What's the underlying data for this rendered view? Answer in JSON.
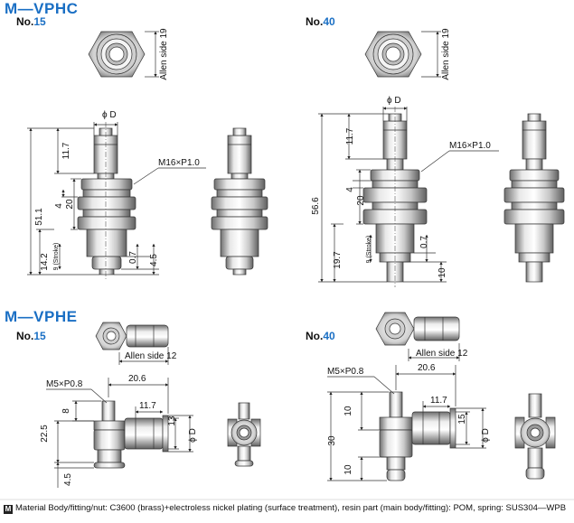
{
  "sections": {
    "vphc": {
      "title": "M—VPHC",
      "no15": {
        "prefix": "No.",
        "num": "15"
      },
      "no40": {
        "prefix": "No.",
        "num": "40"
      },
      "allen_15": "Allen side 19",
      "allen_40": "Allen side 19",
      "phiD": "ϕ D",
      "thread": "M16×P1.0",
      "dims15": {
        "d117": "11.7",
        "d511": "51.1",
        "d4": "4",
        "d20": "20",
        "d142": "14.2",
        "stroke": "9 (Stroke)",
        "d07": "0.7",
        "d45": "4.5"
      },
      "dims40": {
        "d117": "11.7",
        "d566": "56.6",
        "d4": "4",
        "d20": "20",
        "d197": "19.7",
        "stroke": "9 (Stroke)",
        "d07": "0.7",
        "d10": "10"
      }
    },
    "vphe": {
      "title": "M—VPHE",
      "no15": {
        "prefix": "No.",
        "num": "15"
      },
      "no40": {
        "prefix": "No.",
        "num": "40"
      },
      "allen_15": "Allen side 12",
      "allen_40": "Allen side 12",
      "thread": "M5×P0.8",
      "phiD": "ϕ D",
      "dims15": {
        "d206": "20.6",
        "d8": "8",
        "d117": "11.7",
        "d225": "22.5",
        "d13": "13",
        "d45": "4.5"
      },
      "dims40": {
        "d206": "20.6",
        "d10a": "10",
        "d117": "11.7",
        "d30": "30",
        "d15": "15",
        "d10b": "10"
      }
    }
  },
  "footer": {
    "mark": "M",
    "text": "Material Body/fitting/nut: C3600 (brass)+electroless nickel plating (surface treatment), resin part (main body/fitting): POM, spring: SUS304—WPB"
  }
}
